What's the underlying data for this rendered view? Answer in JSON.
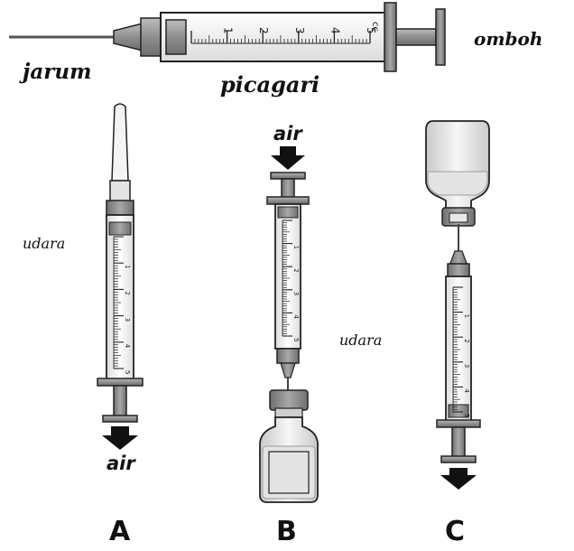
{
  "labels": {
    "needle": "jarum",
    "barrel": "picagari",
    "plunger": "omboh",
    "air_left": "udara",
    "air_middle": "udara",
    "water_a": "air",
    "water_b": "air"
  },
  "panels": [
    "A",
    "B",
    "C"
  ],
  "top_scale": [
    "1",
    "2",
    "3",
    "4",
    "5",
    "cc"
  ],
  "colors": {
    "outline": "#222222",
    "body_gray": "#9a9a9a",
    "barrel_fill": "#f2f2f2",
    "liquid": "#e6e6e6"
  }
}
